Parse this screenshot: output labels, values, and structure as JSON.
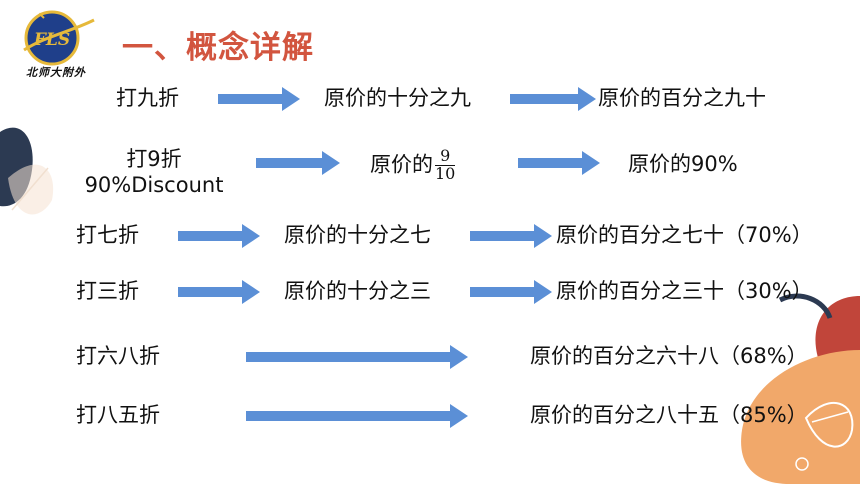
{
  "header": {
    "logo_text": "北师大附外",
    "logo_letters": "FLS",
    "title": "一、概念详解"
  },
  "rows": [
    {
      "term": "打九折",
      "mid": "原价的十分之九",
      "result": "原价的百分之九十"
    },
    {
      "term": "打9折",
      "term_en": "90%Discount",
      "mid_prefix": "原价的",
      "frac_num": "9",
      "frac_den": "10",
      "result": "原价的90%"
    },
    {
      "term": "打七折",
      "mid": "原价的十分之七",
      "result": "原价的百分之七十（70%）"
    },
    {
      "term": "打三折",
      "mid": "原价的十分之三",
      "result": "原价的百分之三十（30%）"
    },
    {
      "term": "打六八折",
      "result": "原价的百分之六十八（68%）"
    },
    {
      "term": "打八五折",
      "result": "原价的百分之八十五（85%）"
    }
  ],
  "colors": {
    "title": "#d2553f",
    "arrow": "#5b8fd6",
    "accent_dark": "#2c3a52",
    "accent_red": "#c1453a",
    "accent_orange": "#f1a86a",
    "accent_peach": "#f6d9c2"
  },
  "icons": [
    "logo-emblem",
    "leaf-decoration",
    "arrow-right"
  ]
}
